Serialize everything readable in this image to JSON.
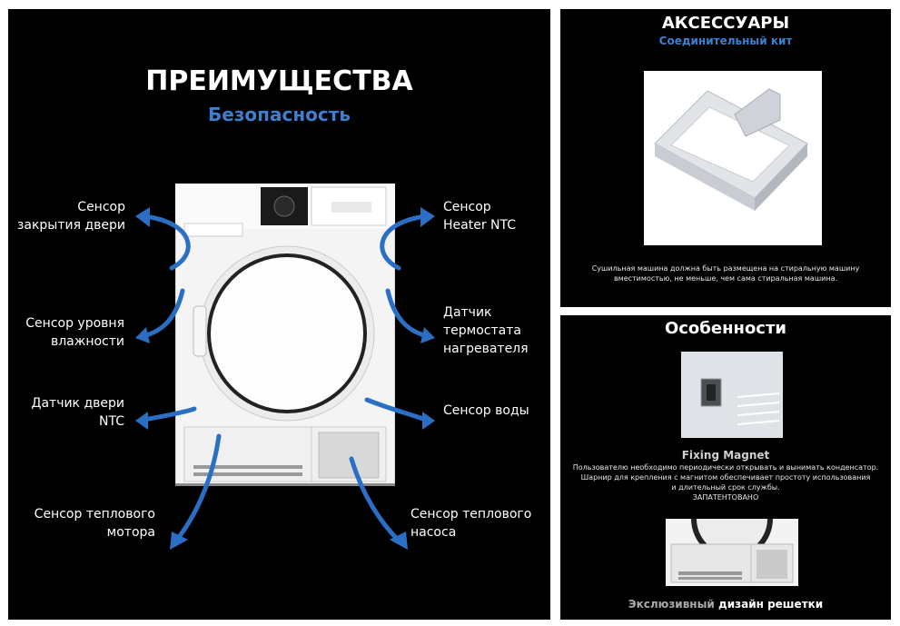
{
  "left": {
    "title": "ПРЕИМУЩЕСТВА",
    "subtitle": "Безопасность",
    "labels": {
      "door_sensor": [
        "Сенсор",
        "закрытия двери"
      ],
      "heater_sensor": [
        "Сенсор",
        "Heater NTC"
      ],
      "humidity": [
        "Сенсор уровня",
        "влажности"
      ],
      "thermostat": [
        "Датчик",
        "термостата",
        "нагревателя"
      ],
      "door_ntc": [
        "Датчик двери",
        "NTC"
      ],
      "water": [
        "Сенсор воды"
      ],
      "motor": [
        "Сенсор теплового",
        "мотора"
      ],
      "pump": [
        "Сенсор теплового",
        "насоса"
      ]
    }
  },
  "accessories": {
    "title": "АКСЕССУАРЫ",
    "subtitle": "Соединительный кит",
    "text": [
      "Сушильная машина должна быть размещена на стиральную машину",
      "вместимостью, не меньше, чем сама стиральная машина."
    ]
  },
  "features": {
    "title": "Особенности",
    "magnet_title": "Fixing Magnet",
    "magnet_text": [
      "Пользователю необходимо периодически открывать и вынимать конденсатор.",
      "Шарнир для крепления с магнитом обеспечивает простоту использования",
      "и длительный срок службы.",
      "ЗАПАТЕНТОВАНО"
    ],
    "grille_word1": "Экслюзивный",
    "grille_word2": "дизайн решетки"
  },
  "colors": {
    "accent": "#3d7fd0",
    "arrow": "#2b6fc4",
    "background": "#000000"
  }
}
